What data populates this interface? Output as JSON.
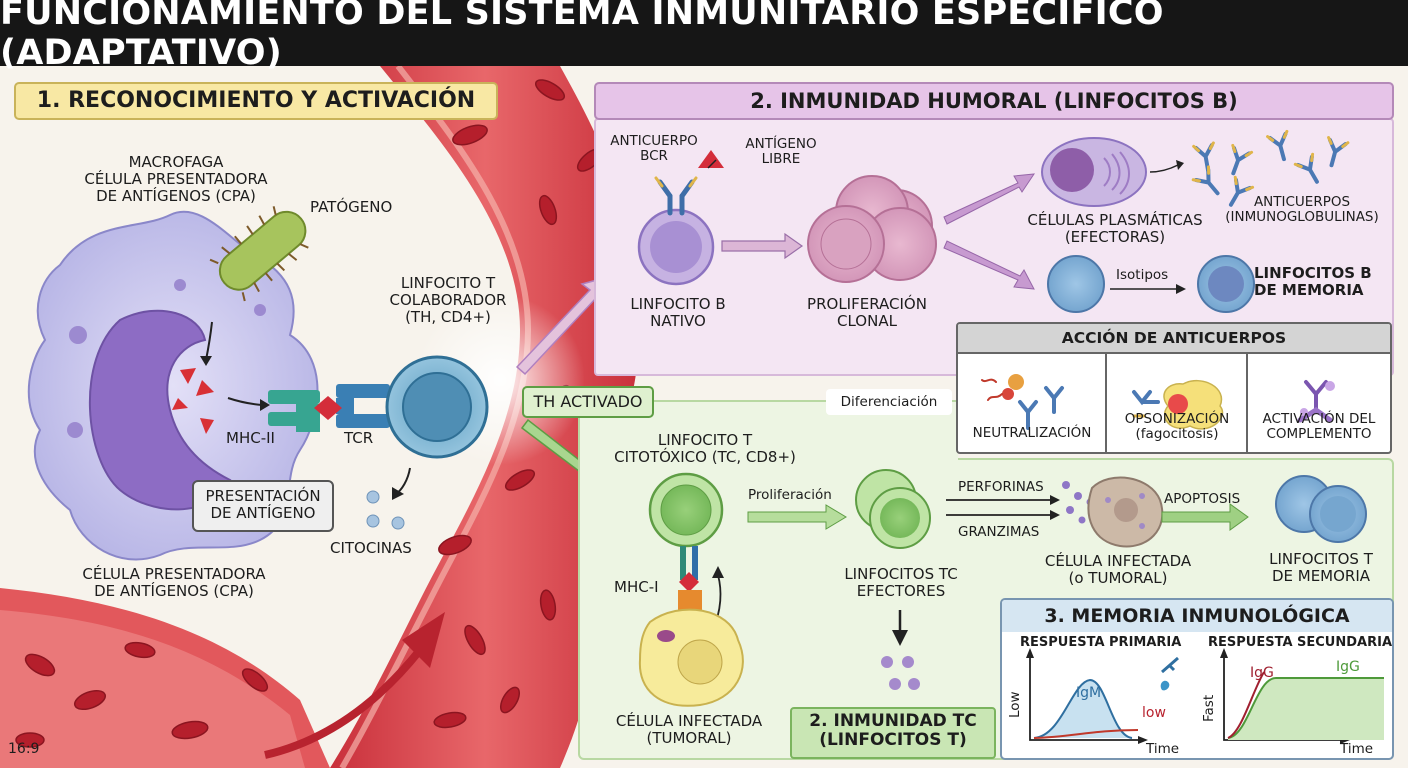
{
  "title": "FUNCIONAMIENTO DEL SISTEMA INMUNITARIO ESPECÍFICO (ADAPTATIVO)",
  "aspect_label": "16:9",
  "section1": {
    "title": "1. RECONOCIMIENTO Y ACTIVACIÓN",
    "macrophage_label": [
      "MACROFAGA",
      "CÉLULA PRESENTADORA",
      "DE ANTÍGENOS (CPA)"
    ],
    "pathogen_label": "PATÓGENO",
    "mhc2_label": "MHC-II",
    "tcr_label": "TCR",
    "presentation_label": [
      "PRESENTACIÓN",
      "DE ANTÍGENO"
    ],
    "cpa_label": [
      "CÉLULA PRESENTADORA",
      "DE ANTÍGENOS (CPA)"
    ],
    "th_cell_label": [
      "LINFOCITO T",
      "COLABORADOR",
      "(TH, CD4+)"
    ],
    "cytokines_label": "CITOCINAS",
    "th_activated_label": "TH ACTIVADO",
    "differentiation_label": "Diferenciación"
  },
  "humoral": {
    "title": "2. INMUNIDAD HUMORAL (LINFOCITOS B)",
    "bcr_label": [
      "ANTICUERPO",
      "BCR"
    ],
    "free_antigen_label": [
      "ANTÍGENO",
      "LIBRE"
    ],
    "naive_b_label": [
      "LINFOCITO B",
      "NATIVO"
    ],
    "clonal_label": [
      "PROLIFERACIÓN",
      "CLONAL"
    ],
    "plasma_label": [
      "CÉLULAS PLASMÁTICAS",
      "(EFECTORAS)"
    ],
    "antibodies_label": [
      "ANTICUERPOS",
      "(INMUNOGLOBULINAS)"
    ],
    "isotypes_label": "Isotipos",
    "memory_b_label": [
      "LINFOCITOS B",
      "DE MEMORIA"
    ]
  },
  "antibody_action": {
    "title": "ACCIÓN DE ANTICUERPOS",
    "items": [
      {
        "label": [
          "NEUTRALIZACIÓN"
        ]
      },
      {
        "label": [
          "OPSONIZACIÓN",
          "(fagocitosis)"
        ]
      },
      {
        "label": [
          "ACTIVACIÓN DEL",
          "COMPLEMENTO"
        ]
      }
    ]
  },
  "cellular": {
    "title": [
      "2. INMUNIDAD  TC",
      "(LINFOCITOS T)"
    ],
    "tc_label": [
      "LINFOCITO T",
      "CITOTÓXICO (TC, CD8+)"
    ],
    "mhc1_label": "MHC-I",
    "infected_label": [
      "CÉLULA INFECTADA",
      "(ΤUMORAL)"
    ],
    "proliferation_label": "Proliferación",
    "effector_label": [
      "LINFOCITOS TC",
      "EFECTORES"
    ],
    "perforins_label": "PERFORINAS",
    "granzymes_label": "GRANZIMAS",
    "infected_target_label": [
      "CÉLULA INFECTADA",
      "(o TUMORAL)"
    ],
    "apoptosis_label": "APOPTOSIS",
    "memory_t_label": [
      "LINFOCITOS T",
      "DE MEMORIA"
    ]
  },
  "memory": {
    "title": "3. MEMORIA INMUNOLÓGICA",
    "primary": {
      "title": "RESPUESTA PRIMARIA",
      "ylabel": "Low",
      "xlabel": "Time",
      "curve1": "IgM",
      "curve2": "low"
    },
    "secondary": {
      "title": "RESPUESTA SECUNDARIA",
      "ylabel": "Fast",
      "xlabel": "Time",
      "curve1": "IgG",
      "curve2": "IgG"
    }
  },
  "colors": {
    "header_bg": "#161616",
    "section1_bg": "#f7e9a6",
    "humoral_bg": "#f2e3f2",
    "humoral_title_bg": "#e6c4e8",
    "cellular_bg": "#e9f3de",
    "cellular_title_bg": "#c9e6b4",
    "memory_bg": "#d8e8f2",
    "vessel": "#d8454a",
    "arrow_purple": "#b080c0",
    "arrow_green": "#6aae4e"
  }
}
